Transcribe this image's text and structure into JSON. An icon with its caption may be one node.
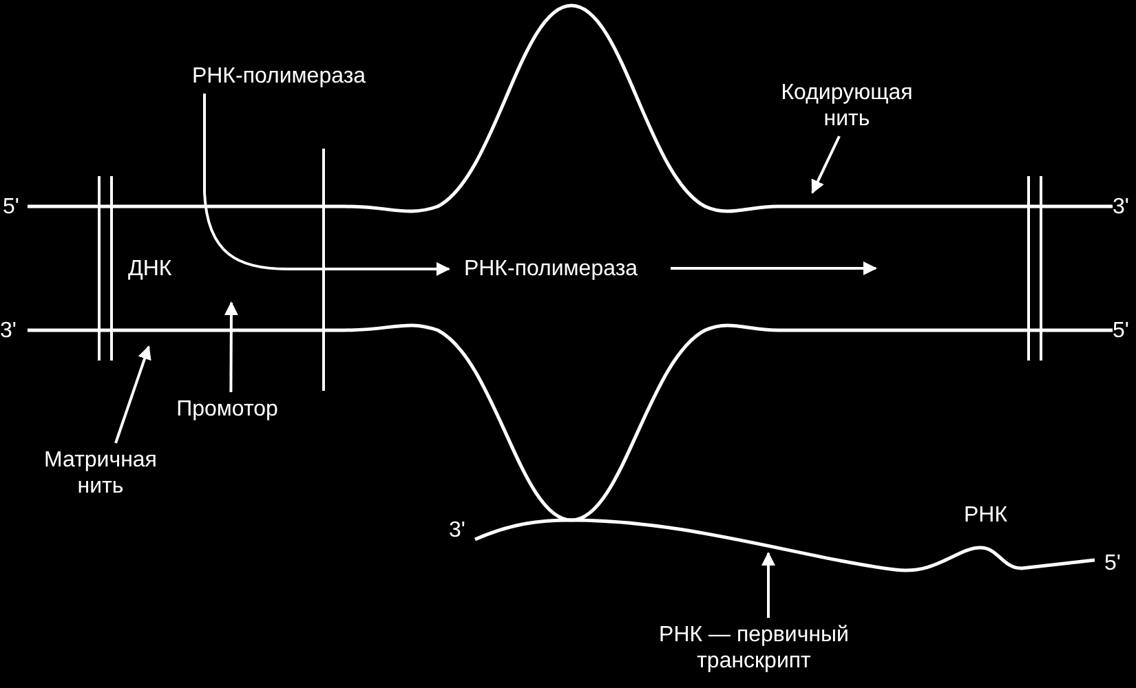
{
  "diagram": {
    "nodes": [
      {
        "text": [
          "РНК-полимераза"
        ]
      },
      {
        "text": [
          "РНК-полимераза"
        ]
      },
      {
        "text": [
          "Кодирующая нить"
        ]
      },
      {
        "text": [
          "Промотор"
        ]
      },
      {
        "text": [
          "Матричная нить"
        ]
      },
      {
        "text": [
          "РНК — первичный транскрипт"
        ]
      }
    ],
    "edges": [
      {
        "from": 0,
        "to": 1,
        "arrow": "to"
      },
      {
        "from": 2,
        "to": null,
        "arrow": "to"
      },
      {
        "from": 3,
        "to": null,
        "arrow": "to"
      },
      {
        "from": 4,
        "to": null,
        "arrow": "to"
      },
      {
        "from": 5,
        "to": null,
        "arrow": "to"
      }
    ],
    "labels": [
      "5'",
      "3'",
      "ДНК",
      "3'",
      "5'",
      "РНК",
      "3'",
      "5'"
    ]
  }
}
